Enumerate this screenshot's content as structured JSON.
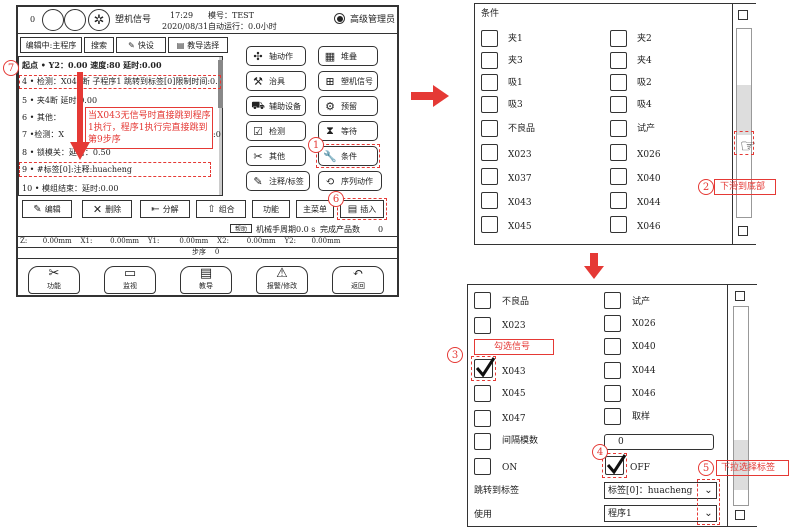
{
  "header": {
    "zero": "0",
    "signal_label": "塑机信号",
    "time": "17:29",
    "date": "2020/08/31",
    "mold_label": "模号：TEST",
    "auto_run": "自动运行：0.0小时",
    "user": "高级管理员"
  },
  "toolbar": {
    "editing": "编辑中:主程序",
    "search": "搜索",
    "quickset": "快设",
    "teach_select": "教导选择"
  },
  "program": {
    "rows": [
      "起点  •   Y2：0.00 速度:80   延时:0.00",
      "4  •  检测：X043断 子程序1 跳转到标签[0]限制时间:0.",
      "5  •   夹4断 延时:0.00",
      "6  •   其他：",
      "7  •检测：X",
      "8  •   锁模关：延时：0.50",
      "9  •     #标签[0]:注释:huacheng",
      "10  •   模组结束：延时:0.00"
    ],
    "overflow_text": "时间:0"
  },
  "teach_buttons": {
    "axis": "轴动作",
    "stack": "堆叠",
    "fixture": "治具",
    "machine_signal": "塑机信号",
    "aux": "辅助设备",
    "reserve": "预留",
    "detect": "检测",
    "wait": "等待",
    "other": "其他",
    "condition": "条件",
    "comment": "注释/标签",
    "sequence": "序列动作"
  },
  "edit_buttons": {
    "edit": "编辑",
    "delete": "删除",
    "split": "分解",
    "combine": "组合",
    "function": "功能",
    "main_menu": "主菜单",
    "insert": "插入"
  },
  "status": {
    "help": "帮助",
    "cycle": "机械手周期0.0 s",
    "finished": "完成产品数",
    "finished_value": "0",
    "coords": "Z:       0.00mm    X1:        0.00mm    Y1:         0.00mm    X2:        0.00mm    Y2:       0.00mm",
    "step": "步序    0"
  },
  "nav": {
    "function": "功能",
    "monitor": "监视",
    "teach": "教导",
    "alarm": "报警/修改",
    "back": "返回"
  },
  "annotation": {
    "callout": "当X043无信号时直接跳到程序1执行，程序1执行完直接跳到第9步序",
    "num1": "1",
    "num2": "2",
    "num3": "3",
    "num4": "4",
    "num5": "5",
    "num6": "6",
    "num7": "7",
    "scroll_tip": "下滑到底部",
    "check_tip": "勾选信号",
    "dropdown_tip": "下拉选择标签"
  },
  "dialog1": {
    "title": "条件",
    "left": [
      "夹1",
      "夹3",
      "吸1",
      "吸3",
      "不良品",
      "X023",
      "X037",
      "X043",
      "X045"
    ],
    "right": [
      "夹2",
      "夹4",
      "吸2",
      "吸4",
      "试产",
      "X026",
      "X040",
      "X044",
      "X046"
    ]
  },
  "dialog2": {
    "left": [
      "不良品",
      "X023",
      "X043",
      "X045",
      "X047",
      "间隔模数",
      "ON"
    ],
    "right": [
      "试产",
      "X026",
      "X040",
      "X044",
      "X046",
      "取样"
    ],
    "interval_value": "0",
    "off_label": "OFF",
    "jump_label": "跳转到标签",
    "jump_value": "标签[0]：huacheng",
    "use_label": "使用",
    "use_value": "程序1"
  }
}
